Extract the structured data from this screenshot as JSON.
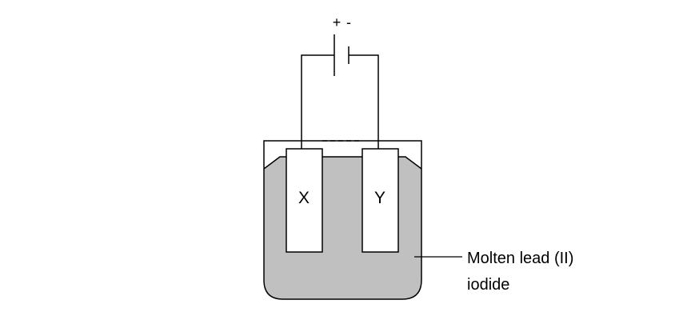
{
  "battery": {
    "positive_label": "+",
    "negative_label": "-"
  },
  "electrodes": {
    "left_label": "X",
    "right_label": "Y"
  },
  "electrolyte": {
    "label_line1": "Molten lead (II)",
    "label_line2": "iodide"
  },
  "colors": {
    "electrolyte_fill": "#c0c0c0",
    "electrode_fill": "#ffffff",
    "line": "#000000"
  }
}
